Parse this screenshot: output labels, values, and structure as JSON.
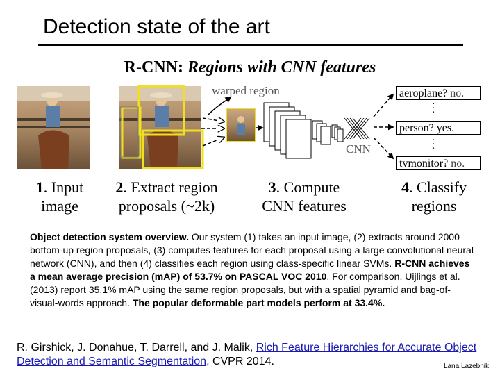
{
  "slide": {
    "title": "Detection state of the art",
    "author": "Lana Lazebnik"
  },
  "figure": {
    "title_main": "R-CNN: ",
    "title_italic": "Regions with CNN features",
    "warped_label": "warped region",
    "cnn_label": "CNN",
    "classes": [
      {
        "name": "aeroplane?",
        "answer": "no."
      },
      {
        "name": "person?",
        "answer": "yes."
      },
      {
        "name": "tvmonitor?",
        "answer": "no."
      }
    ],
    "steps": [
      {
        "num": "1",
        "text_a": ". Input",
        "text_b": "image"
      },
      {
        "num": "2",
        "text_a": ". Extract region",
        "text_b": "proposals (~2k)"
      },
      {
        "num": "3",
        "text_a": ". Compute",
        "text_b": "CNN features"
      },
      {
        "num": "4",
        "text_a": ". Classify",
        "text_b": "regions"
      }
    ],
    "colors": {
      "proposal_box": "#f0e020",
      "classifier_border": "#000000"
    }
  },
  "caption": {
    "bold_intro": "Object detection system overview.",
    "p1": " Our system (1) takes an input image, (2) extracts around 2000 bottom-up region proposals, (3) computes features for each proposal using a large convolutional neural network (CNN), and then (4) classifies each region using class-specific linear SVMs. ",
    "bold_mid": "R-CNN achieves a mean average precision (mAP) of 53.7% on PASCAL VOC 2010",
    "p2": ". For comparison, Uijlings et al. (2013) report 35.1% mAP using the same region proposals, but with a spatial pyramid and bag-of-visual-words approach. ",
    "bold_end": "The popular deformable part models perform at 33.4%."
  },
  "citation": {
    "authors": "R. Girshick, J. Donahue, T. Darrell, and J. Malik, ",
    "link_text": "Rich Feature Hierarchies for Accurate Object Detection and Semantic Segmentation",
    "venue": ", CVPR 2014."
  }
}
